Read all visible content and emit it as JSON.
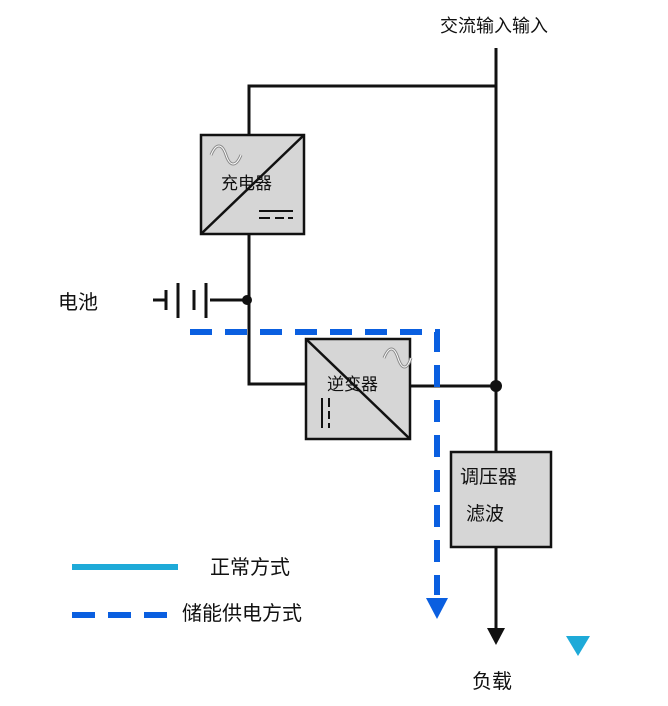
{
  "diagram": {
    "ac_input_label": "交流输入输入",
    "charger_label": "充电器",
    "battery_label": "电池",
    "inverter_label": "逆变器",
    "regulator_label_line1": "调压器",
    "regulator_label_line2": "滤波",
    "load_label": "负载"
  },
  "legend": {
    "normal_mode_label": "正常方式",
    "storage_mode_label": "储能供电方式"
  },
  "colors": {
    "wire": "#111111",
    "box_fill": "#d6d6d6",
    "normal_mode": "#1eaad8",
    "storage_mode": "#0a5fe0"
  }
}
